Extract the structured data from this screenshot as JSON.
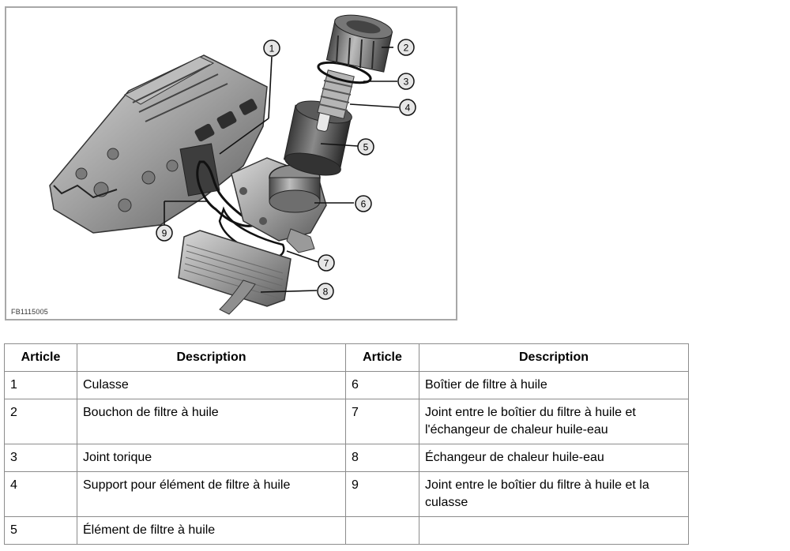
{
  "figure": {
    "id_label": "FB1115005",
    "callouts": [
      "1",
      "2",
      "3",
      "4",
      "5",
      "6",
      "7",
      "8",
      "9"
    ]
  },
  "table": {
    "headers": {
      "article_left": "Article",
      "description_left": "Description",
      "article_right": "Article",
      "description_right": "Description"
    },
    "rows": [
      {
        "art_left": "1",
        "desc_left": "Culasse",
        "art_right": "6",
        "desc_right": "Boîtier de filtre à huile"
      },
      {
        "art_left": "2",
        "desc_left": "Bouchon de filtre à huile",
        "art_right": "7",
        "desc_right": "Joint entre le boîtier du filtre à huile et l'échangeur de chaleur huile-eau"
      },
      {
        "art_left": "3",
        "desc_left": "Joint torique",
        "art_right": "8",
        "desc_right": "Échangeur de chaleur huile-eau"
      },
      {
        "art_left": "4",
        "desc_left": "Support pour élément de filtre à huile",
        "art_right": "9",
        "desc_right": "Joint entre le boîtier du filtre à huile et la culasse"
      },
      {
        "art_left": "5",
        "desc_left": "Élément de filtre à huile",
        "art_right": "",
        "desc_right": ""
      }
    ]
  }
}
